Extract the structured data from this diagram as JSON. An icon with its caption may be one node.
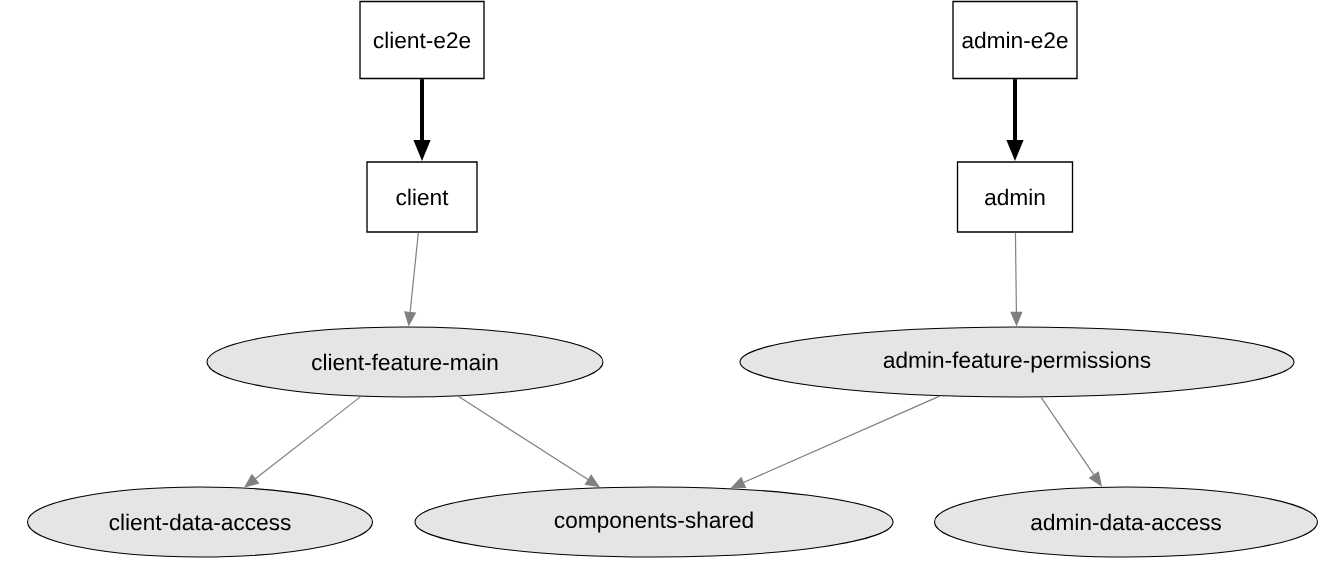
{
  "diagram": {
    "nodes": [
      {
        "text": [
          "client-e2e"
        ]
      },
      {
        "text": [
          "admin-e2e"
        ]
      },
      {
        "text": [
          "client"
        ]
      },
      {
        "text": [
          "admin"
        ]
      },
      {
        "text": [
          "client-feature-main"
        ]
      },
      {
        "text": [
          "admin-feature-permissions"
        ]
      },
      {
        "text": [
          "client-data-access"
        ]
      },
      {
        "text": [
          "components-shared"
        ]
      },
      {
        "text": [
          "admin-data-access"
        ]
      }
    ],
    "edges": [
      {
        "from": 0,
        "to": 2,
        "arrow": "to",
        "style": "thick",
        "color": "#000000"
      },
      {
        "from": 1,
        "to": 3,
        "arrow": "to",
        "style": "thick",
        "color": "#000000"
      },
      {
        "from": 2,
        "to": 4,
        "arrow": "to"
      },
      {
        "from": 3,
        "to": 5,
        "arrow": "to"
      },
      {
        "from": 4,
        "to": 6,
        "arrow": "to"
      },
      {
        "from": 4,
        "to": 7,
        "arrow": "to"
      },
      {
        "from": 5,
        "to": 7,
        "arrow": "to"
      },
      {
        "from": 5,
        "to": 8,
        "arrow": "to"
      }
    ]
  }
}
